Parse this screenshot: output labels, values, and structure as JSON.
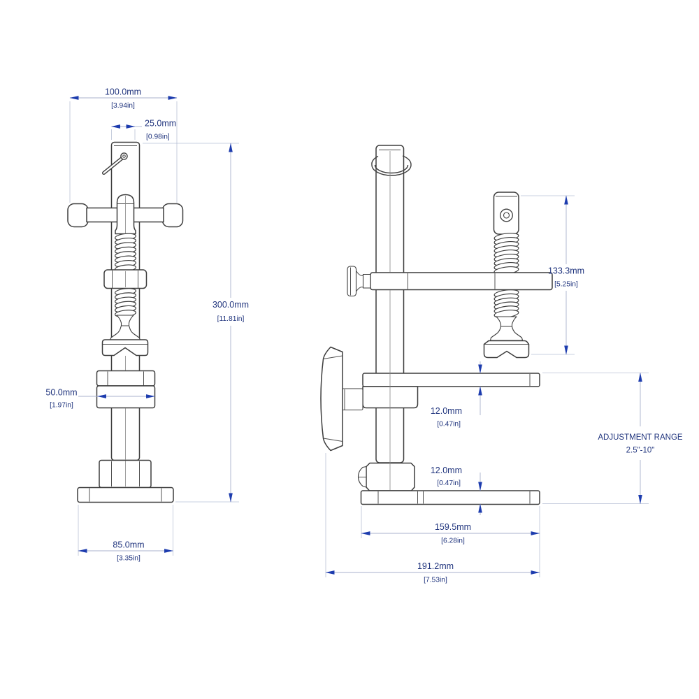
{
  "drawing": {
    "type": "technical-drawing",
    "views": [
      "front-view",
      "side-view"
    ]
  },
  "dimensions": {
    "handle_width": {
      "mm": "100.0mm",
      "in": "[3.94in]"
    },
    "post_width": {
      "mm": "25.0mm",
      "in": "[0.98in]"
    },
    "overall_height": {
      "mm": "300.0mm",
      "in": "[11.81in]"
    },
    "cylinder_width": {
      "mm": "50.0mm",
      "in": "[1.97in]"
    },
    "base_width": {
      "mm": "85.0mm",
      "in": "[3.35in]"
    },
    "screw_height": {
      "mm": "133.3mm",
      "in": "[5.25in]"
    },
    "arm_thickness": {
      "mm": "12.0mm",
      "in": "[0.47in]"
    },
    "base_plate_thickness": {
      "mm": "12.0mm",
      "in": "[0.47in]"
    },
    "base_plate_length": {
      "mm": "159.5mm",
      "in": "[6.28in]"
    },
    "overall_depth": {
      "mm": "191.2mm",
      "in": "[7.53in]"
    },
    "adjustment_range": {
      "line1": "ADJUSTMENT RANGE",
      "line2": "2.5\"-10\""
    }
  },
  "colors": {
    "line": "#3d3d3d",
    "dim_line": "#a8b2cc",
    "dim_text": "#21357e",
    "arrow": "#1d3cae",
    "background": "#ffffff"
  }
}
